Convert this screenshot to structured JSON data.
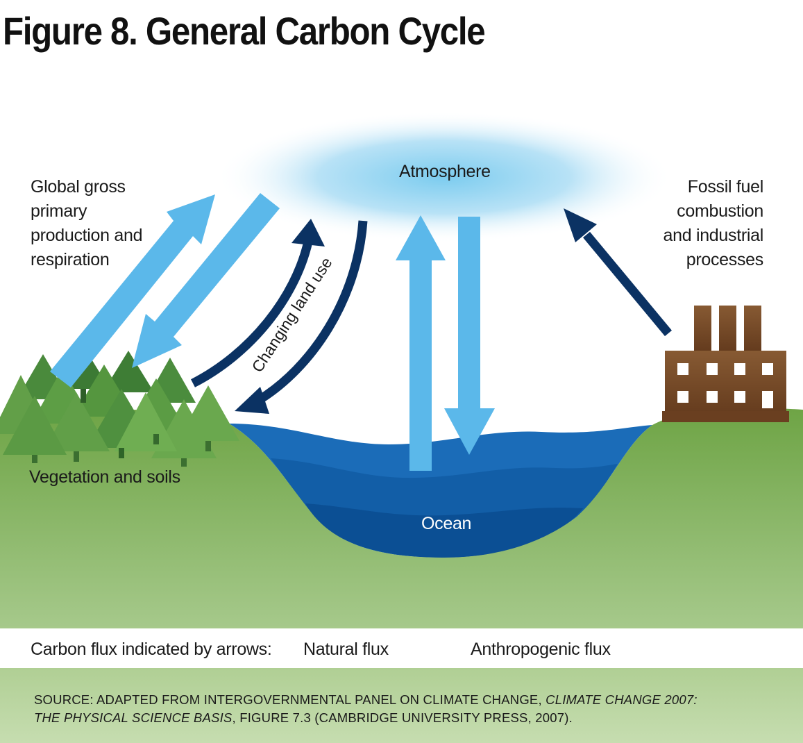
{
  "title": "Figure 8. General Carbon Cycle",
  "labels": {
    "atmosphere": "Atmosphere",
    "ocean": "Ocean",
    "vegetation": "Vegetation and soils",
    "gpp": [
      "Global gross",
      "primary",
      "production and",
      "respiration"
    ],
    "fossil": [
      "Fossil fuel",
      "combustion",
      "and industrial",
      "processes"
    ],
    "land_use": "Changing land use"
  },
  "legend": {
    "prefix": "Carbon flux indicated by arrows:",
    "natural": "Natural flux",
    "anthropogenic": "Anthropogenic flux"
  },
  "source": {
    "part1": "SOURCE: ADAPTED FROM INTERGOVERNMENTAL PANEL ON CLIMATE CHANGE, ",
    "italic1": "CLIMATE CHANGE 2007:",
    "italic2": "THE PHYSICAL SCIENCE BASIS",
    "part2": ", FIGURE 7.3 (CAMBRIDGE UNIVERSITY PRESS, 2007)."
  },
  "colors": {
    "natural_flux": "#5bb8ea",
    "anthropogenic_flux": "#0b3263",
    "ocean": "#0f5aa6",
    "land": "#6ea445",
    "factory": "#7a4a26"
  }
}
